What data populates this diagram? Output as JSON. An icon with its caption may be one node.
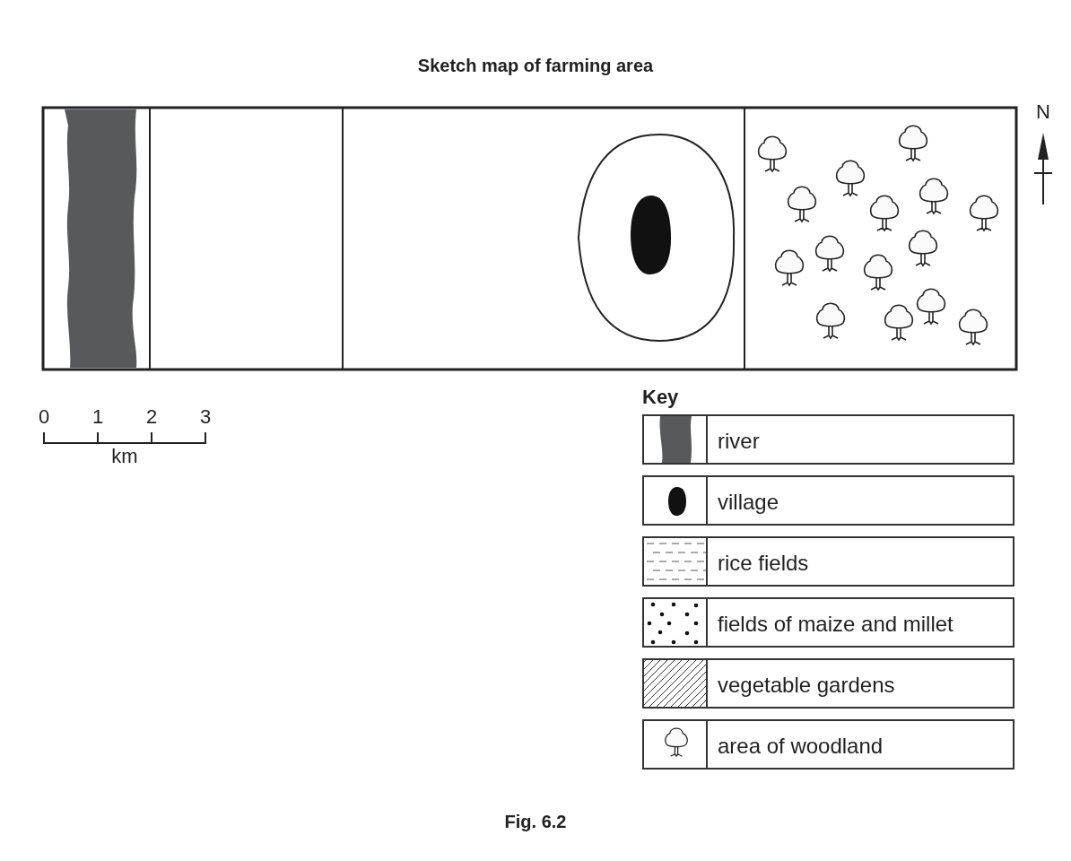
{
  "diagram": {
    "title": "Sketch map of farming area",
    "caption": "Fig. 6.2",
    "labels": [
      "N",
      "0",
      "1",
      "2",
      "3",
      "km",
      "Key"
    ],
    "legend": [
      {
        "text": "river"
      },
      {
        "text": "village"
      },
      {
        "text": "rice fields"
      },
      {
        "text": "fields of maize and millet"
      },
      {
        "text": "vegetable gardens"
      },
      {
        "text": "area of woodland"
      }
    ]
  }
}
